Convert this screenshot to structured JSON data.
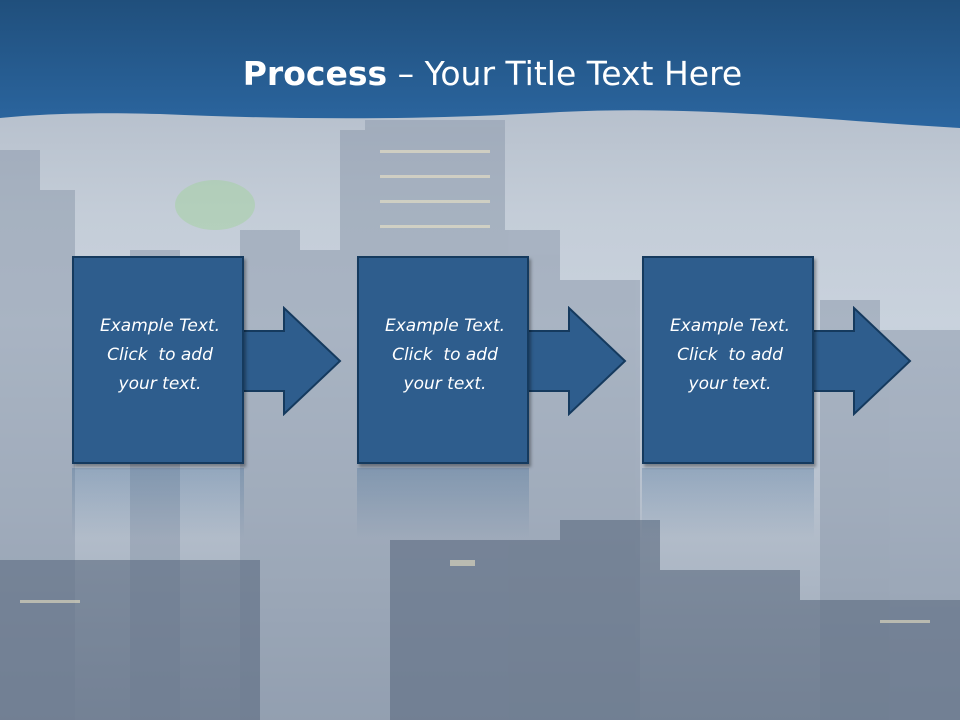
{
  "slide": {
    "title_bold": "Process",
    "title_rest": " – Your Title Text Here"
  },
  "steps": [
    {
      "line1": "Example Text.",
      "line2": "Click  to add",
      "line3": "your text."
    },
    {
      "line1": "Example Text.",
      "line2": "Click  to add",
      "line3": "your text."
    },
    {
      "line1": "Example Text.",
      "line2": "Click  to add",
      "line3": "your text."
    }
  ],
  "colors": {
    "title_band": "#255f96",
    "box_fill": "#2e5d8d",
    "box_border": "#153a5e",
    "text": "#ffffff"
  }
}
